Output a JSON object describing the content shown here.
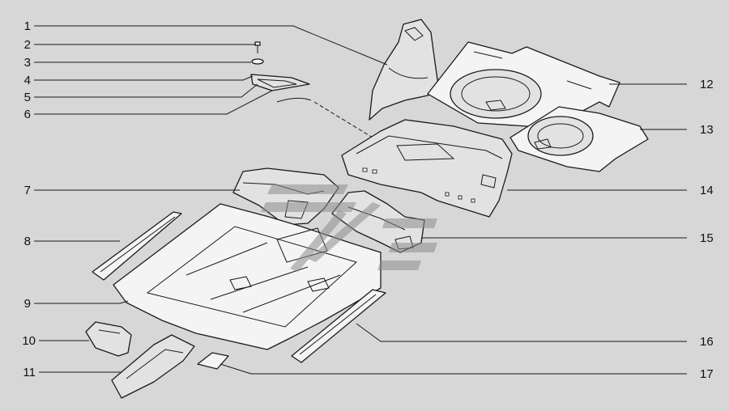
{
  "diagram": {
    "left_labels": [
      "1",
      "2",
      "3",
      "4",
      "5",
      "6",
      "7",
      "8",
      "9",
      "10",
      "11"
    ],
    "right_labels": [
      "12",
      "13",
      "14",
      "15",
      "16",
      "17"
    ],
    "colors": {
      "background": "#d7d7d7",
      "line": "#1a1a1a",
      "part_fill": "#e2e2e2",
      "watermark": "#8c8c8c"
    }
  }
}
